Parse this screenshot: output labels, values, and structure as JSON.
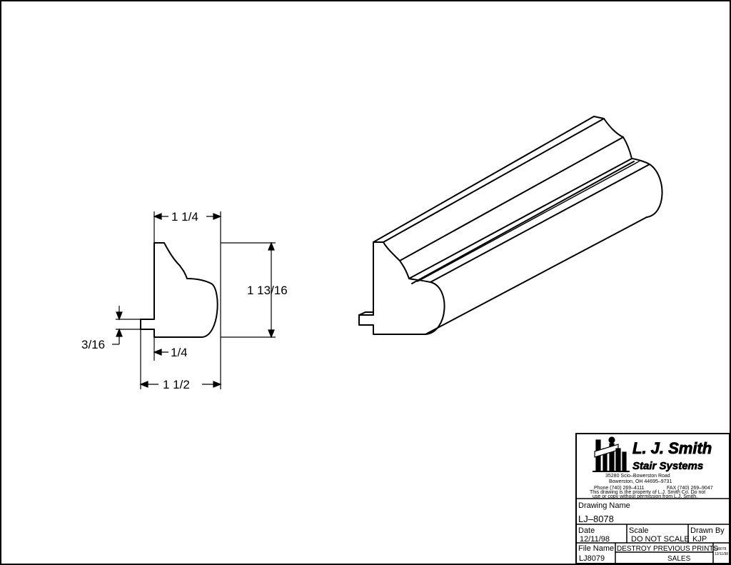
{
  "dimensions": {
    "top_width": "1 1/4",
    "height": "1 13/16",
    "lip_height": "3/16",
    "lip_width": "1/4",
    "bottom_width": "1 1/2"
  },
  "title_block": {
    "company_line1": "L. J. Smith",
    "company_line2": "Stair Systems",
    "address1": "35280 Scio–Bowerston Road",
    "address2": "Bowerston, OH 44695–9731",
    "phone": "Phone (740) 269–4111",
    "fax": "FAX (740) 269–9047",
    "notice1": "This drawing is the property of L.J. Smith Co. Do not",
    "notice2": "use or copy without permission from L.J. Smith.",
    "drawing_name_label": "Drawing Name",
    "drawing_name": "LJ–8078",
    "date_label": "Date",
    "date": "12/11/98",
    "scale_label": "Scale",
    "scale": "DO NOT SCALE",
    "drawn_by_label": "Drawn By",
    "drawn_by": "KJP",
    "file_name_label": "File Name",
    "file_name": "LJ8079",
    "destroy_note": "DESTROY PREVIOUS PRINTS",
    "sales": "SALES",
    "stamp1": "LJ8078",
    "stamp2": "12/11/98"
  }
}
